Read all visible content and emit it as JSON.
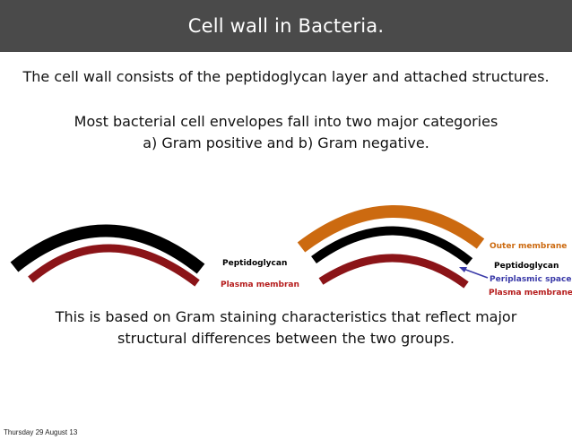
{
  "slide": {
    "title": "Cell wall in Bacteria.",
    "intro_text": "The cell wall consists of the peptidoglycan layer and attached structures.",
    "categories_line1": "Most bacterial cell envelopes fall into two major categories",
    "categories_line2": "a) Gram positive and b) Gram negative.",
    "staining_line1": "This is based on Gram staining characteristics that reflect major",
    "staining_line2": "structural differences between the two groups.",
    "footer_date": "Thursday 29 August 13"
  },
  "diagram": {
    "gram_positive_labels": {
      "peptidoglycan": "Peptidoglycan",
      "plasma_membrane": "Plasma membran"
    },
    "gram_negative_labels": {
      "outer_membrane": "Outer membrane",
      "peptidoglycan": "Peptidoglycan",
      "periplasmic_space": "Periplasmic space",
      "plasma_membrane": "Plasma membrane"
    },
    "colors": {
      "title_bar": "#4a4a4a",
      "peptidoglycan": "#000000",
      "plasma_membrane": "#8b1418",
      "outer_membrane": "#cc6a10",
      "periplasmic_label": "#3a3aa8",
      "membrane_label": "#b51c1c"
    }
  }
}
